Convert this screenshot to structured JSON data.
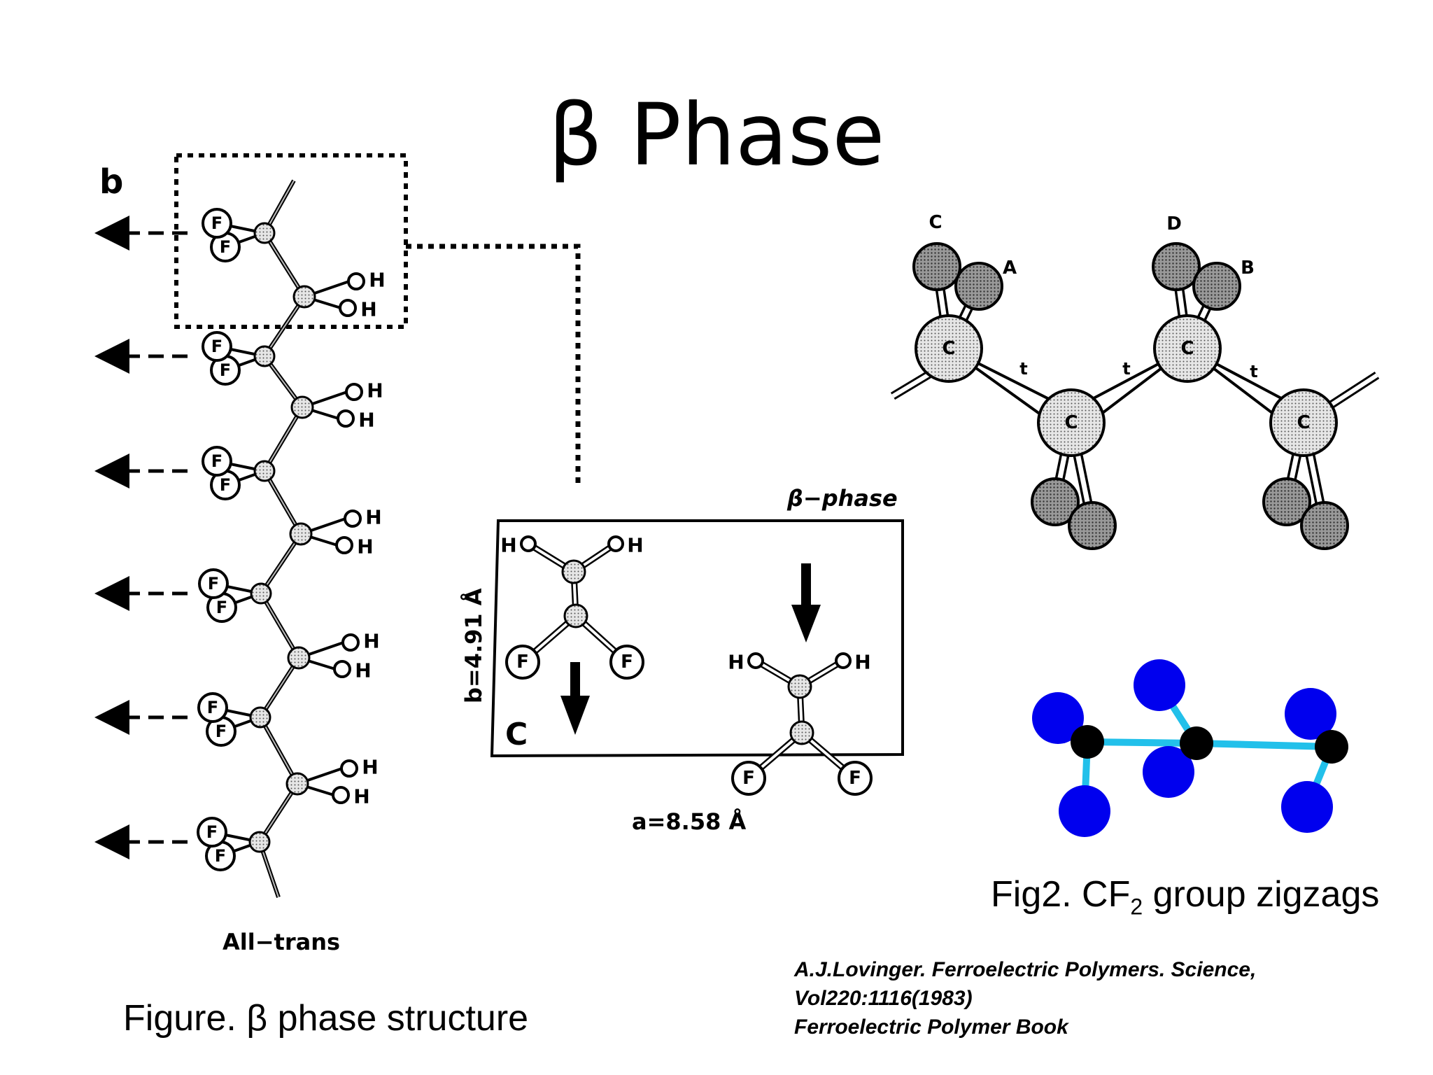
{
  "title": "β Phase",
  "left_panel": {
    "corner_label": "b",
    "bottom_label": "All−trans",
    "F": "F",
    "H": "H"
  },
  "cell_panel": {
    "phase_label": "β−phase",
    "b_dim": "b=4.91 Å",
    "a_dim": "a=8.58 Å",
    "c_label": "C"
  },
  "chain_panel": {
    "atom_C": "C",
    "bond_t": "t",
    "labels": [
      "C",
      "A",
      "D",
      "B"
    ]
  },
  "captions": {
    "fig1": "Figure. β phase structure",
    "fig2_prefix": "Fig2. CF",
    "fig2_sub": "2",
    "fig2_suffix": " group zigzags"
  },
  "reference": [
    "A.J.Lovinger. Ferroelectric Polymers. Science,",
    "Vol220:1116(1983)",
    "Ferroelectric Polymer Book"
  ],
  "colors": {
    "model_atom_blue": "#0000ee",
    "model_bond_cyan": "#22c0ea",
    "model_carbon": "#000000"
  }
}
